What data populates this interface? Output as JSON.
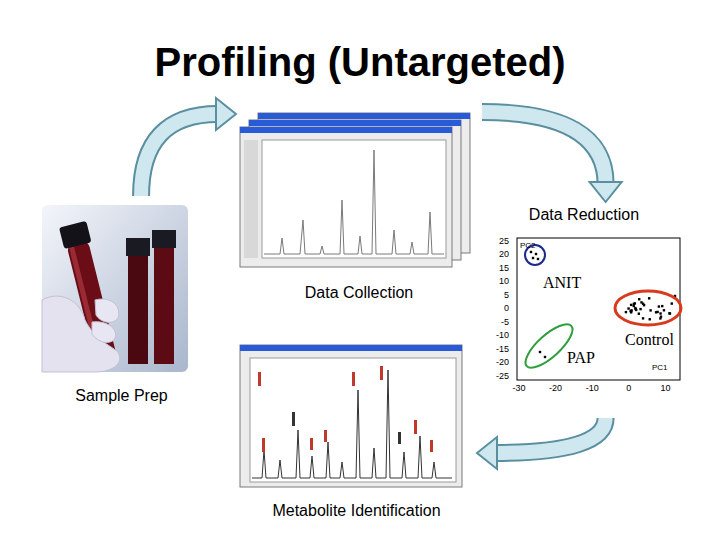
{
  "diagram": {
    "title": "Profiling (Untargeted)",
    "nodes": [
      {
        "text": [
          "Sample Prep"
        ]
      },
      {
        "text": [
          "Data Collection"
        ]
      },
      {
        "text": [
          "Data Reduction"
        ]
      },
      {
        "text": [
          "Metabolite Identification"
        ]
      }
    ],
    "edges": [
      {
        "from": 0,
        "to": 1,
        "arrow": "to"
      },
      {
        "from": 1,
        "to": 2,
        "arrow": "to"
      },
      {
        "from": 2,
        "to": 3,
        "arrow": "to"
      }
    ],
    "labels": [
      "25",
      "20",
      "15",
      "10",
      "5",
      "0",
      "-5",
      "-10",
      "-15",
      "-20",
      "-25",
      "-30",
      "-20",
      "-10",
      "0",
      "10",
      "PC2",
      "PC1",
      "ANIT",
      "PAP",
      "Control"
    ]
  }
}
